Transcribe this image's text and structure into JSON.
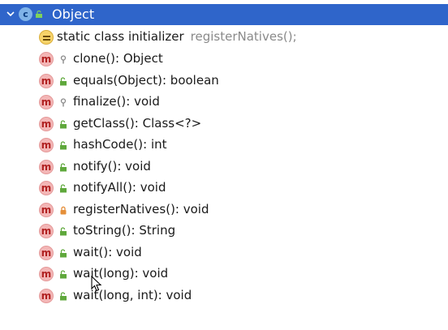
{
  "root": {
    "label": "Object",
    "icon": "class-icon",
    "badge": "c",
    "expanded": true
  },
  "initializer": {
    "label": "static class initializer",
    "hint": "registerNatives();",
    "icon": "static-initializer-icon"
  },
  "methods": [
    {
      "label": "clone(): Object",
      "visibility": "protected"
    },
    {
      "label": "equals(Object): boolean",
      "visibility": "public"
    },
    {
      "label": "finalize(): void",
      "visibility": "protected"
    },
    {
      "label": "getClass(): Class<?>",
      "visibility": "public"
    },
    {
      "label": "hashCode(): int",
      "visibility": "public"
    },
    {
      "label": "notify(): void",
      "visibility": "public"
    },
    {
      "label": "notifyAll(): void",
      "visibility": "public"
    },
    {
      "label": "registerNatives(): void",
      "visibility": "private"
    },
    {
      "label": "toString(): String",
      "visibility": "public"
    },
    {
      "label": "wait(): void",
      "visibility": "public"
    },
    {
      "label": "wait(long): void",
      "visibility": "public"
    },
    {
      "label": "wait(long, int): void",
      "visibility": "public"
    }
  ],
  "method_badge": "m",
  "colors": {
    "selection": "#2f65ca",
    "method_icon_bg": "#f3b6b6",
    "method_icon_fg": "#b02020",
    "public": "#5fa83c",
    "protected": "#8a8a8a",
    "private": "#e58f3a"
  }
}
